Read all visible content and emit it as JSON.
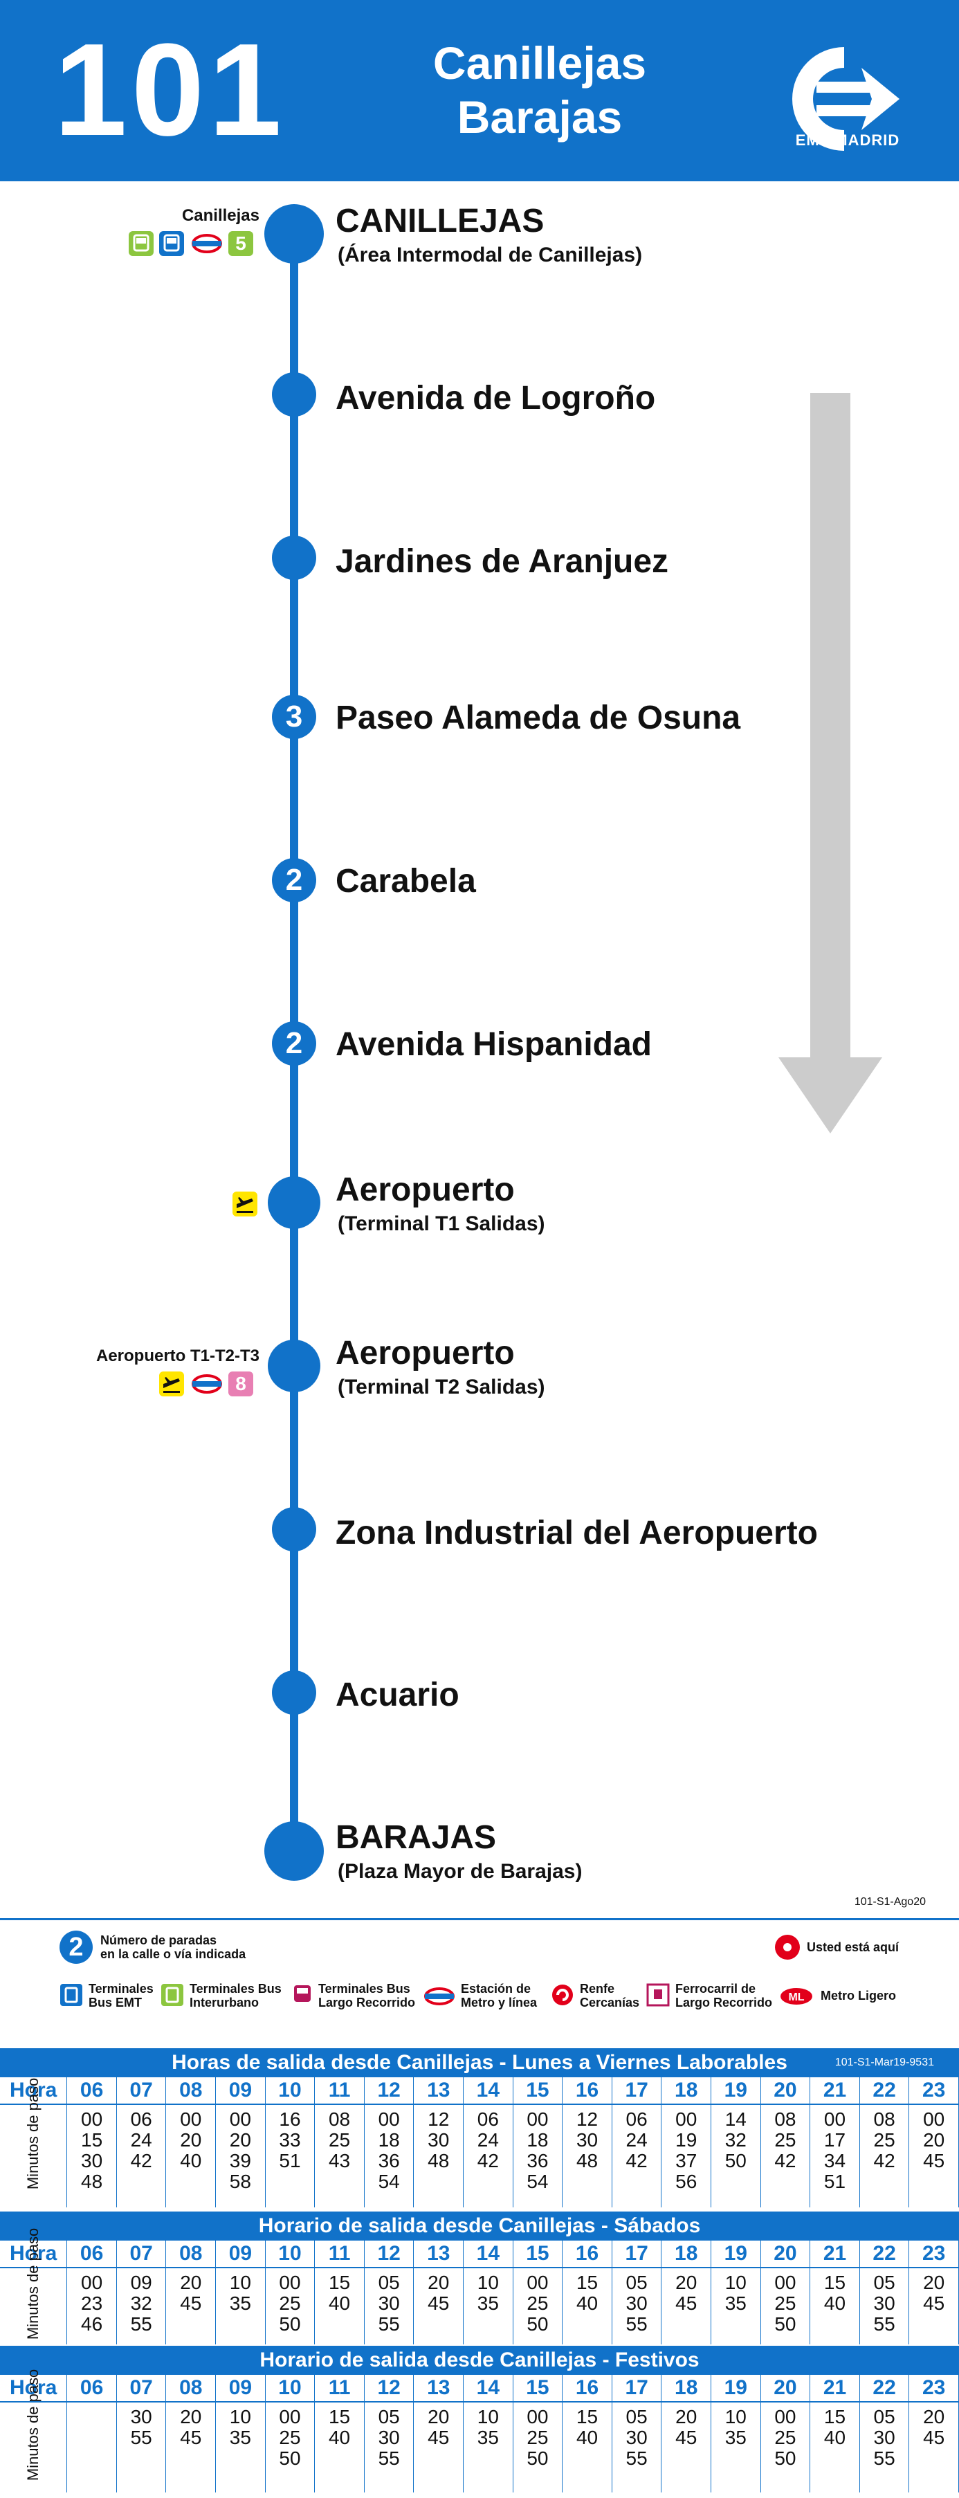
{
  "header": {
    "route_number": "101",
    "origin": "Canillejas",
    "destination": "Barajas",
    "brand": "EMT MADRID"
  },
  "stops": [
    {
      "name": "CANILLEJAS",
      "sub": "(Área Intermodal de Canillejas)",
      "count": ""
    },
    {
      "name": "Avenida de Logroño",
      "sub": "",
      "count": ""
    },
    {
      "name": "Jardines de Aranjuez",
      "sub": "",
      "count": ""
    },
    {
      "name": "Paseo Alameda de Osuna",
      "sub": "",
      "count": "3"
    },
    {
      "name": "Carabela",
      "sub": "",
      "count": "2"
    },
    {
      "name": "Avenida Hispanidad",
      "sub": "",
      "count": "2"
    },
    {
      "name": "Aeropuerto",
      "sub": "(Terminal T1 Salidas)",
      "count": ""
    },
    {
      "name": "Aeropuerto",
      "sub": "(Terminal T2 Salidas)",
      "count": ""
    },
    {
      "name": "Zona Industrial del Aeropuerto",
      "sub": "",
      "count": ""
    },
    {
      "name": "Acuario",
      "sub": "",
      "count": ""
    },
    {
      "name": "BARAJAS",
      "sub": "(Plaza Mayor de Barajas)",
      "count": ""
    }
  ],
  "connections": {
    "canillejas_label": "Canillejas",
    "canillejas_metro_line": "5",
    "aeropuerto_label": "Aeropuerto T1-T2-T3",
    "aeropuerto_metro_line": "8"
  },
  "codes": {
    "route_code": "101-S1-Ago20",
    "timetable_code": "101-S1-Mar19-9531"
  },
  "legend": {
    "stops_count": "Número de paradas\nen la calle o vía indicada",
    "you_are_here": "Usted está aquí",
    "bus_emt": "Terminales\nBus EMT",
    "bus_interurbano": "Terminales Bus\nInterurbano",
    "bus_largo": "Terminales Bus\nLargo Recorrido",
    "metro": "Estación de\nMetro y línea",
    "renfe": "Renfe\nCercanías",
    "ferrocarril": "Ferrocarril de\nLargo Recorrido",
    "metro_ligero": "Metro Ligero",
    "stops_count_sample": "2"
  },
  "timetables": {
    "hour_label": "Hora",
    "minutes_label": "Minutos de paso",
    "hours": [
      "06",
      "07",
      "08",
      "09",
      "10",
      "11",
      "12",
      "13",
      "14",
      "15",
      "16",
      "17",
      "18",
      "19",
      "20",
      "21",
      "22",
      "23"
    ],
    "weekdays": {
      "title": "Horas de salida desde Canillejas - Lunes a Viernes Laborables",
      "minutes": [
        [
          "00",
          "15",
          "30",
          "48"
        ],
        [
          "06",
          "24",
          "42"
        ],
        [
          "00",
          "20",
          "40"
        ],
        [
          "00",
          "20",
          "39",
          "58"
        ],
        [
          "16",
          "33",
          "51"
        ],
        [
          "08",
          "25",
          "43"
        ],
        [
          "00",
          "18",
          "36",
          "54"
        ],
        [
          "12",
          "30",
          "48"
        ],
        [
          "06",
          "24",
          "42"
        ],
        [
          "00",
          "18",
          "36",
          "54"
        ],
        [
          "12",
          "30",
          "48"
        ],
        [
          "06",
          "24",
          "42"
        ],
        [
          "00",
          "19",
          "37",
          "56"
        ],
        [
          "14",
          "32",
          "50"
        ],
        [
          "08",
          "25",
          "42"
        ],
        [
          "00",
          "17",
          "34",
          "51"
        ],
        [
          "08",
          "25",
          "42"
        ],
        [
          "00",
          "20",
          "45"
        ]
      ]
    },
    "saturdays": {
      "title": "Horario de salida desde Canillejas - Sábados",
      "minutes": [
        [
          "00",
          "23",
          "46"
        ],
        [
          "09",
          "32",
          "55"
        ],
        [
          "20",
          "45"
        ],
        [
          "10",
          "35"
        ],
        [
          "00",
          "25",
          "50"
        ],
        [
          "15",
          "40"
        ],
        [
          "05",
          "30",
          "55"
        ],
        [
          "20",
          "45"
        ],
        [
          "10",
          "35"
        ],
        [
          "00",
          "25",
          "50"
        ],
        [
          "15",
          "40"
        ],
        [
          "05",
          "30",
          "55"
        ],
        [
          "20",
          "45"
        ],
        [
          "10",
          "35"
        ],
        [
          "00",
          "25",
          "50"
        ],
        [
          "15",
          "40"
        ],
        [
          "05",
          "30",
          "55"
        ],
        [
          "20",
          "45"
        ]
      ]
    },
    "holidays": {
      "title": "Horario de salida desde Canillejas - Festivos",
      "minutes": [
        [],
        [
          "30",
          "55"
        ],
        [
          "20",
          "45"
        ],
        [
          "10",
          "35"
        ],
        [
          "00",
          "25",
          "50"
        ],
        [
          "15",
          "40"
        ],
        [
          "05",
          "30",
          "55"
        ],
        [
          "20",
          "45"
        ],
        [
          "10",
          "35"
        ],
        [
          "00",
          "25",
          "50"
        ],
        [
          "15",
          "40"
        ],
        [
          "05",
          "30",
          "55"
        ],
        [
          "20",
          "45"
        ],
        [
          "10",
          "35"
        ],
        [
          "00",
          "25",
          "50"
        ],
        [
          "15",
          "40"
        ],
        [
          "05",
          "30",
          "55"
        ],
        [
          "20",
          "45"
        ]
      ]
    }
  }
}
